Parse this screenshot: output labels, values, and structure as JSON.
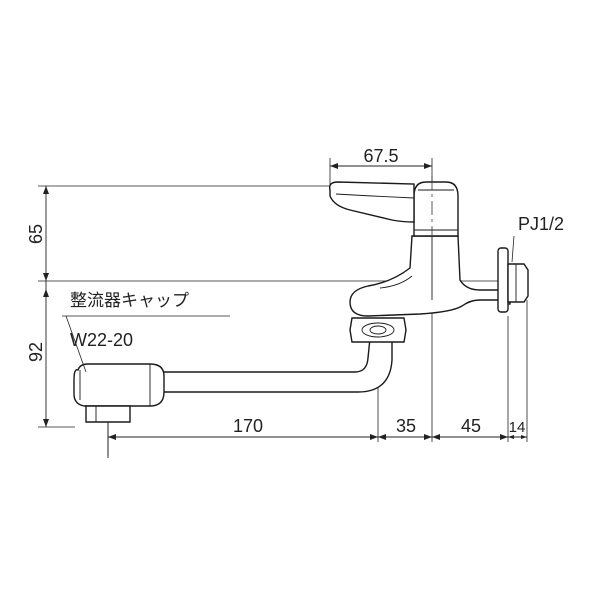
{
  "dimensions": {
    "handle_offset": "67.5",
    "height_upper": "65",
    "height_lower": "92",
    "spout_length": "170",
    "spout_to_body": "35",
    "body_to_wall": "45",
    "flange": "14"
  },
  "labels": {
    "thread": "PJ1/2",
    "aerator_cap": "整流器キャップ",
    "aerator_spec": "W22-20"
  }
}
